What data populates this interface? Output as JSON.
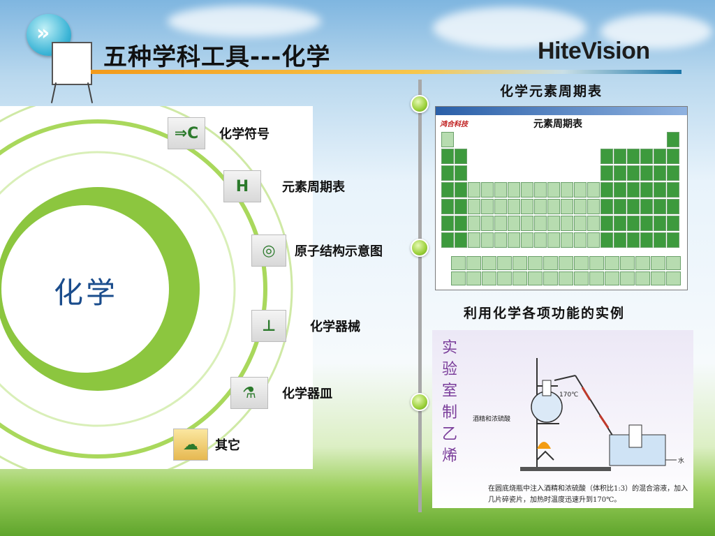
{
  "slide": {
    "title": "五种学科工具---化学",
    "logo": "HiteVision"
  },
  "center": {
    "label": "化学"
  },
  "menu": [
    {
      "label": "化学符号",
      "icon": "chemical-symbol-icon"
    },
    {
      "label": "元素周期表",
      "icon": "periodic-table-icon"
    },
    {
      "label": "原子结构示意图",
      "icon": "atom-structure-icon"
    },
    {
      "label": "化学器械",
      "icon": "lab-apparatus-icon"
    },
    {
      "label": "化学器皿",
      "icon": "test-tubes-icon"
    },
    {
      "label": "其它",
      "icon": "others-icon"
    }
  ],
  "right": {
    "section1_title": "化学元素周期表",
    "section2_title": "利用化学各项功能的实例"
  },
  "periodic_window": {
    "brand": "鸿合科技",
    "name": "元素周期表"
  },
  "lab_example": {
    "vertical_title": "实验室制乙烯",
    "temp_label": "170℃",
    "reagent_label": "酒精和浓硫酸",
    "water_label": "水",
    "caption": "在圆底烧瓶中注入酒精和浓硫酸（体积比1:3）的混合溶液，加入几片碎瓷片，加热时温度迅速升到170℃。"
  },
  "colors": {
    "accent_green": "#9bd03a",
    "title_orange": "#f29a1b",
    "label_blue": "#1a4c8c"
  }
}
